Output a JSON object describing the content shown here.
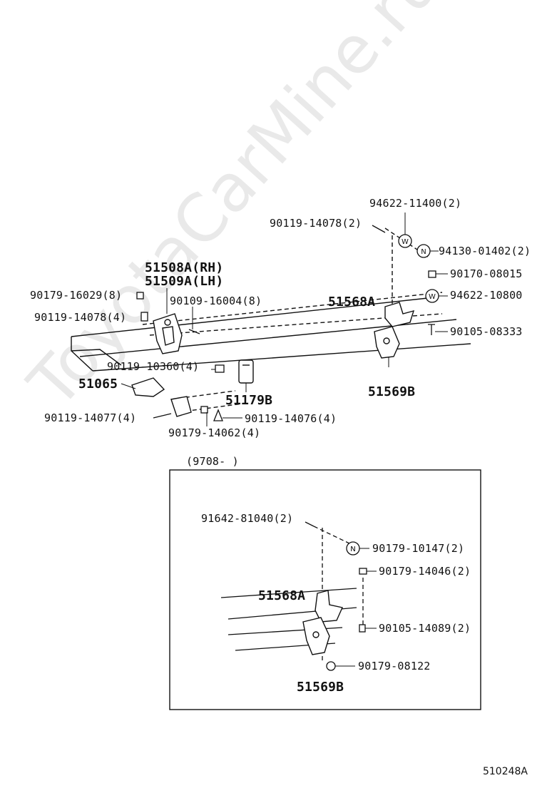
{
  "watermark": "ToyotaCarMine.ru",
  "figure_id": "510248A",
  "inset_range": "(9708-        )",
  "labels": {
    "p94622_11400": "94622-11400(2)",
    "p90119_14078_2": "90119-14078(2)",
    "p94130_01402": "94130-01402(2)",
    "p90170_08015": "90170-08015",
    "p94622_10800": "94622-10800",
    "p90105_08333": "90105-08333",
    "p51508A": "51508A(RH)",
    "p51509A": "51509A(LH)",
    "p90179_16029": "90179-16029(8)",
    "p90109_16004": "90109-16004(8)",
    "p90119_14078_4": "90119-14078(4)",
    "p51568A_top": "51568A",
    "p90119_10360": "90119-10360(4)",
    "p51065": "51065",
    "p51179B": "51179B",
    "p51569B_top": "51569B",
    "p90119_14077": "90119-14077(4)",
    "p90119_14076": "90119-14076(4)",
    "p90179_14062": "90179-14062(4)",
    "p91642_81040": "91642-81040(2)",
    "p90179_10147": "90179-10147(2)",
    "p90179_14046": "90179-14046(2)",
    "p51568A_inset": "51568A",
    "p90105_14089": "90105-14089(2)",
    "p90179_08122": "90179-08122",
    "p51569B_inset": "51569B"
  },
  "symbols": {
    "washer": "W",
    "nut": "N"
  }
}
